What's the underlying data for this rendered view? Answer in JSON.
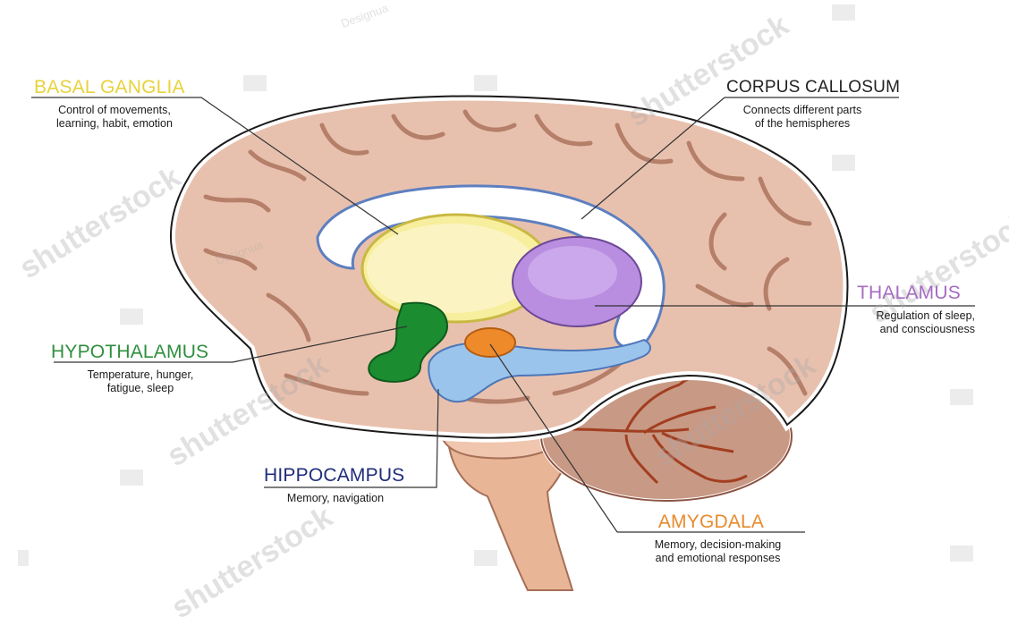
{
  "labels": {
    "basal_ganglia": {
      "title": "BASAL GANGLIA",
      "desc": "Control of movements,\nlearning, habit, emotion",
      "color": "#e8d23a"
    },
    "corpus_callosum": {
      "title": "CORPUS CALLOSUM",
      "desc": "Connects different parts\nof the hemispheres",
      "color": "#222222"
    },
    "thalamus": {
      "title": "THALAMUS",
      "desc": "Regulation of sleep,\nand consciousness",
      "color": "#a66bc2"
    },
    "hypothalamus": {
      "title": "HYPOTHALAMUS",
      "desc": "Temperature, hunger,\nfatigue, sleep",
      "color": "#2f8f3e"
    },
    "hippocampus": {
      "title": "HIPPOCAMPUS",
      "desc": "Memory, navigation",
      "color": "#1f2d7a"
    },
    "amygdala": {
      "title": "AMYGDALA",
      "desc": "Memory, decision-making\nand emotional responses",
      "color": "#e88a2e"
    }
  },
  "watermark": {
    "text": "shutterstock",
    "small_text": "Designua"
  },
  "colors": {
    "brain": "#e8c1ae",
    "brain_dark": "#b57f69",
    "basal_ganglia": "#f7ee9e",
    "thalamus": "#b98ee0",
    "hypothalamus": "#1c8c30",
    "hippocampus": "#9bc4ec",
    "amygdala": "#ee8a2a",
    "corpus_callosum": "#ffffff"
  }
}
